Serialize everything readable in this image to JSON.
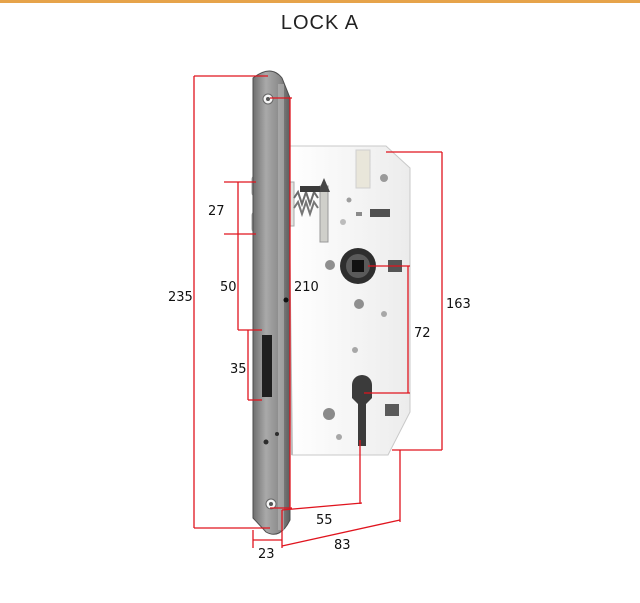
{
  "title": "LOCK A",
  "colors": {
    "accent_rule": "#e6a34a",
    "dimension_line": "#e0141e",
    "faceplate": "#8e8e8e",
    "case": "#f4f4f4"
  },
  "dimensions": {
    "d27": "27",
    "d50": "50",
    "d35": "35",
    "d235": "235",
    "d210": "210",
    "d163": "163",
    "d72": "72",
    "d55": "55",
    "d23": "23",
    "d83": "83"
  }
}
